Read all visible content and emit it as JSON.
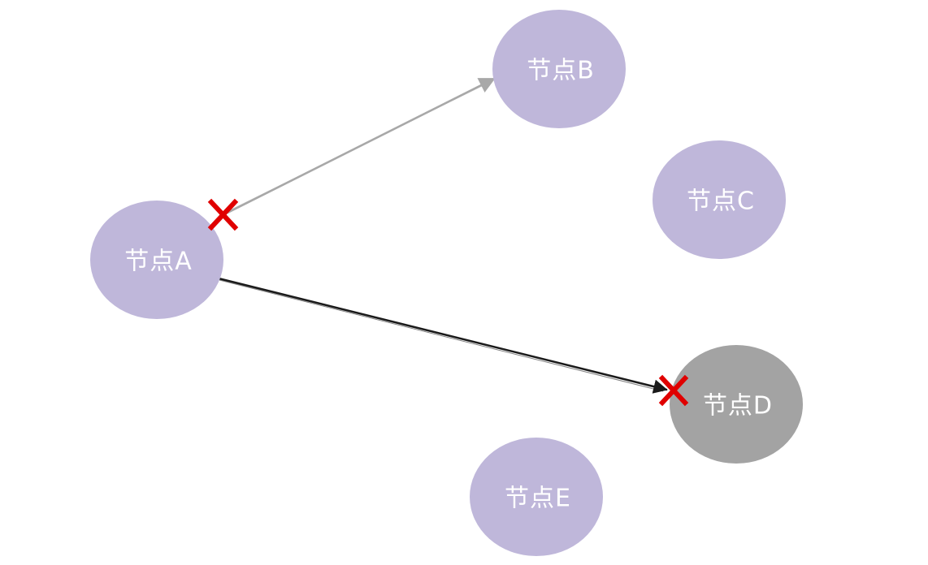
{
  "colors": {
    "node_fill": "#bfb7da",
    "node_fill_selected": "#a3a3a3",
    "edge_inactive": "#a8a8a8",
    "edge_active": "#1a1a1a",
    "marker_cross": "#e00000",
    "label": "#ffffff"
  },
  "nodes": [
    {
      "id": "A",
      "label": "节点A"
    },
    {
      "id": "B",
      "label": "节点B"
    },
    {
      "id": "C",
      "label": "节点C"
    },
    {
      "id": "D",
      "label": "节点D"
    },
    {
      "id": "E",
      "label": "节点E"
    }
  ],
  "edges": [
    {
      "from": "A",
      "to": "B",
      "state": "inactive",
      "cross_marker_at": "source"
    },
    {
      "from": "A",
      "to": "D",
      "state": "active",
      "cross_marker_at": "target"
    }
  ],
  "selected_node": "D"
}
